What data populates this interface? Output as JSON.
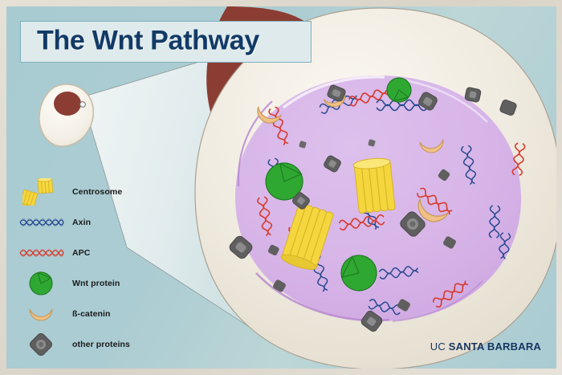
{
  "title": {
    "text": "The Wnt Pathway"
  },
  "legend": {
    "items": [
      {
        "label": "Centrosome",
        "icon": "centrosome-icon",
        "color": "#f2d13c"
      },
      {
        "label": "Axin",
        "icon": "axin-helix-icon",
        "color": "#28488f"
      },
      {
        "label": "APC",
        "icon": "apc-helix-icon",
        "color": "#d83a2c"
      },
      {
        "label": "Wnt protein",
        "icon": "wnt-protein-icon",
        "color": "#2fa832"
      },
      {
        "label": "ß-catenin",
        "icon": "beta-catenin-icon",
        "color": "#f0c185"
      },
      {
        "label": "other proteins",
        "icon": "other-proteins-icon",
        "color": "#6b6b6b"
      }
    ]
  },
  "diagram": {
    "small_cell_name": "reference-cell",
    "nucleus_name": "cell-nucleus",
    "magnifier_name": "magnification-cone",
    "colors": {
      "background_teal": "#abccd2",
      "frame_cream": "#e3ded4",
      "cytoplasm": "#ece6dc",
      "nucleoplasm": "#d8b8e8",
      "nucleus_dark_red": "#8c3d33",
      "title_blue": "#123a66"
    }
  },
  "branding": {
    "uc": "UC",
    "santa_barbara": "SANTA BARBARA"
  }
}
